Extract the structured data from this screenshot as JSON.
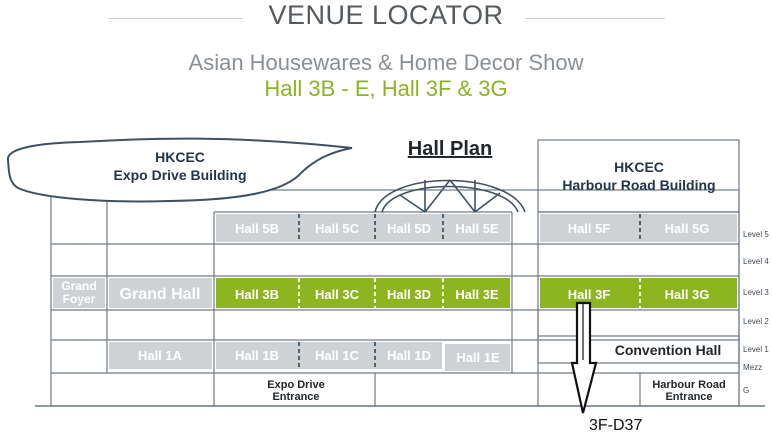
{
  "header": {
    "title": "VENUE LOCATOR",
    "show_name": "Asian Housewares & Home Decor Show",
    "halls": "Hall 3B - E, Hall 3F & 3G"
  },
  "plan": {
    "title": "Hall Plan",
    "expo_building": [
      "HKCEC",
      "Expo Drive Building"
    ],
    "harbour_building": [
      "HKCEC",
      "Harbour Road Building"
    ],
    "grand_foyer": [
      "Grand",
      "Foyer"
    ],
    "grand_hall": "Grand Hall",
    "level5_halls": [
      "Hall 5B",
      "Hall 5C",
      "Hall 5D",
      "Hall 5E",
      "Hall 5F",
      "Hall 5G"
    ],
    "level3_halls": [
      "Hall 3B",
      "Hall 3C",
      "Hall 3D",
      "Hall 3E",
      "Hall 3F",
      "Hall 3G"
    ],
    "level1_halls": [
      "Hall 1A",
      "Hall 1B",
      "Hall 1C",
      "Hall 1D",
      "Hall 1E"
    ],
    "convention_hall": "Convention Hall",
    "expo_entrance": [
      "Expo Drive",
      "Entrance"
    ],
    "harbour_entrance": [
      "Harbour Road",
      "Entrance"
    ],
    "levels": [
      "Level 5",
      "Level 4",
      "Level 3",
      "Level 2",
      "Level 1",
      "Mezz",
      "G"
    ],
    "booth": "3F-D37"
  },
  "colors": {
    "highlight_green": "#8cb51f",
    "hall_grey": "#cfd2d5",
    "outline": "#6f7a85"
  }
}
